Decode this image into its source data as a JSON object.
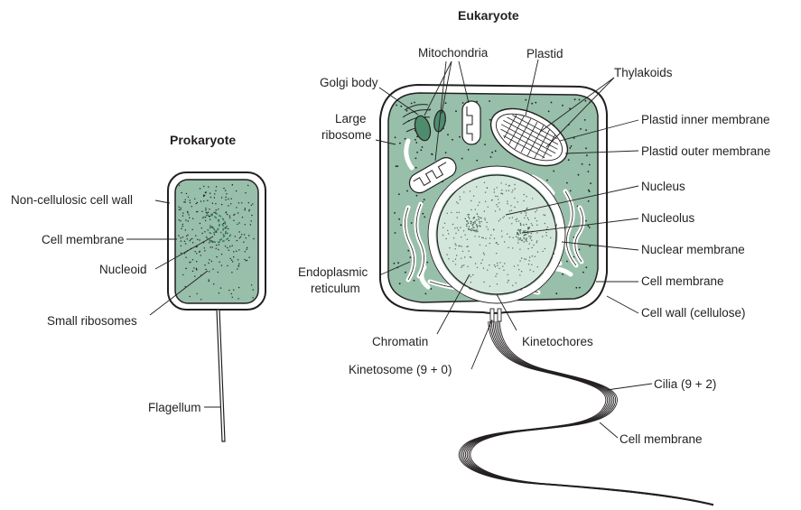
{
  "titles": {
    "prokaryote": "Prokaryote",
    "eukaryote": "Eukaryote"
  },
  "prokaryote_labels": {
    "cell_wall": "Non-cellulosic cell wall",
    "cell_membrane": "Cell membrane",
    "nucleoid": "Nucleoid",
    "small_ribosomes": "Small ribosomes",
    "flagellum": "Flagellum"
  },
  "eukaryote_labels": {
    "golgi_body": "Golgi body",
    "mitochondria": "Mitochondria",
    "plastid": "Plastid",
    "thylakoids": "Thylakoids",
    "large_ribosome_1": "Large",
    "large_ribosome_2": "ribosome",
    "plastid_inner_membrane": "Plastid inner membrane",
    "plastid_outer_membrane": "Plastid outer membrane",
    "nucleus": "Nucleus",
    "nucleolus": "Nucleolus",
    "nuclear_membrane": "Nuclear membrane",
    "endoplasmic_reticulum_1": "Endoplasmic",
    "endoplasmic_reticulum_2": "reticulum",
    "cell_membrane": "Cell membrane",
    "cell_wall": "Cell wall (cellulose)",
    "chromatin": "Chromatin",
    "kinetochores": "Kinetochores",
    "kinetosome": "Kinetosome (9 + 0)",
    "cilia": "Cilia (9 + 2)",
    "cilium_membrane": "Cell membrane"
  },
  "colors": {
    "cytoplasm": "#97bfaa",
    "nucleoplasm": "#d3e6dc",
    "organelle_green": "#4f8c6d",
    "ink": "#231f20"
  }
}
